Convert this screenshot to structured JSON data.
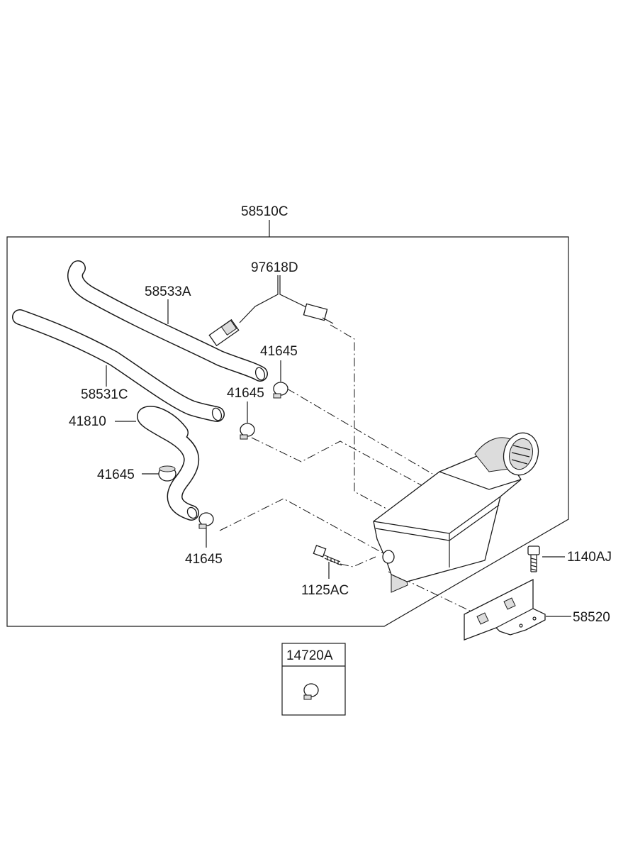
{
  "parts": [
    {
      "id": "assembly",
      "number": "58510C"
    },
    {
      "id": "sensor",
      "number": "97618D"
    },
    {
      "id": "hose-upper",
      "number": "58533A"
    },
    {
      "id": "hose-middle",
      "number": "58531C"
    },
    {
      "id": "hose-lower",
      "number": "41810"
    },
    {
      "id": "clamp",
      "number": "41645"
    },
    {
      "id": "bolt-tank",
      "number": "1125AC"
    },
    {
      "id": "bolt-bracket",
      "number": "1140AJ"
    },
    {
      "id": "bracket",
      "number": "58520"
    },
    {
      "id": "clamp-inset",
      "number": "14720A"
    }
  ],
  "labels": {
    "assembly": "58510C",
    "sensor": "97618D",
    "hose_upper": "58533A",
    "hose_middle": "58531C",
    "hose_lower": "41810",
    "clamp_1": "41645",
    "clamp_2": "41645",
    "clamp_3": "41645",
    "clamp_4": "41645",
    "bolt_tank": "1125AC",
    "bolt_bracket": "1140AJ",
    "bracket": "58520",
    "inset_clamp": "14720A"
  }
}
